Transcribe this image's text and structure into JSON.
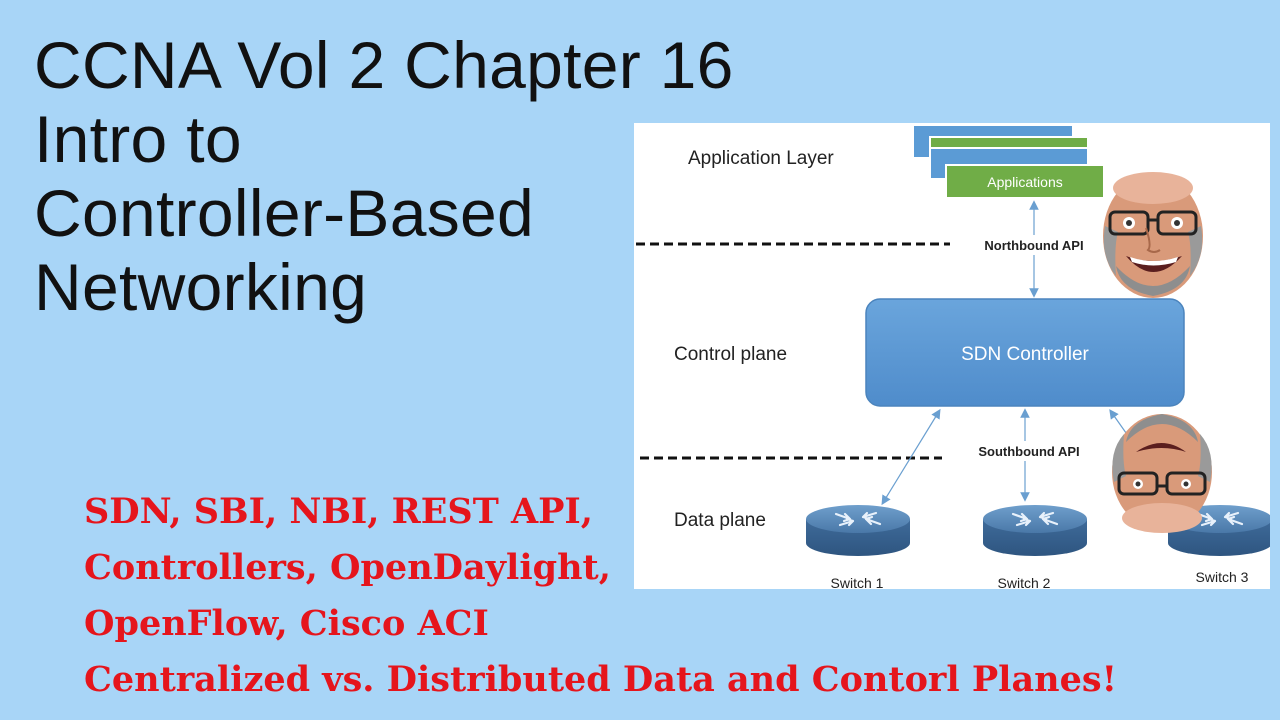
{
  "title_lines": [
    "CCNA Vol 2 Chapter 16",
    "Intro to",
    "Controller-Based",
    "Networking"
  ],
  "topic_lines": [
    "SDN, SBI, NBI, REST API,",
    "Controllers, OpenDaylight,",
    "OpenFlow, Cisco ACI",
    "Centralized vs. Distributed Data and Contorl Planes!"
  ],
  "diagram": {
    "application_layer": "Application Layer",
    "applications": "Applications",
    "northbound_api": "Northbound API",
    "control_plane": "Control plane",
    "sdn_controller": "SDN Controller",
    "southbound_api": "Southbound API",
    "data_plane": "Data plane",
    "switches": [
      "Switch 1",
      "Switch 2",
      "Switch 3"
    ]
  },
  "colors": {
    "background": "#a8d5f7",
    "topic_text": "#e5151c",
    "controller": "#5b9bd5",
    "app_green": "#70ad47",
    "app_blue": "#5b9bd5",
    "switch": "#4f7fb0"
  },
  "icons": [
    "presenter-face-icon",
    "upside-down-presenter-face-icon",
    "router-switch-icon"
  ]
}
